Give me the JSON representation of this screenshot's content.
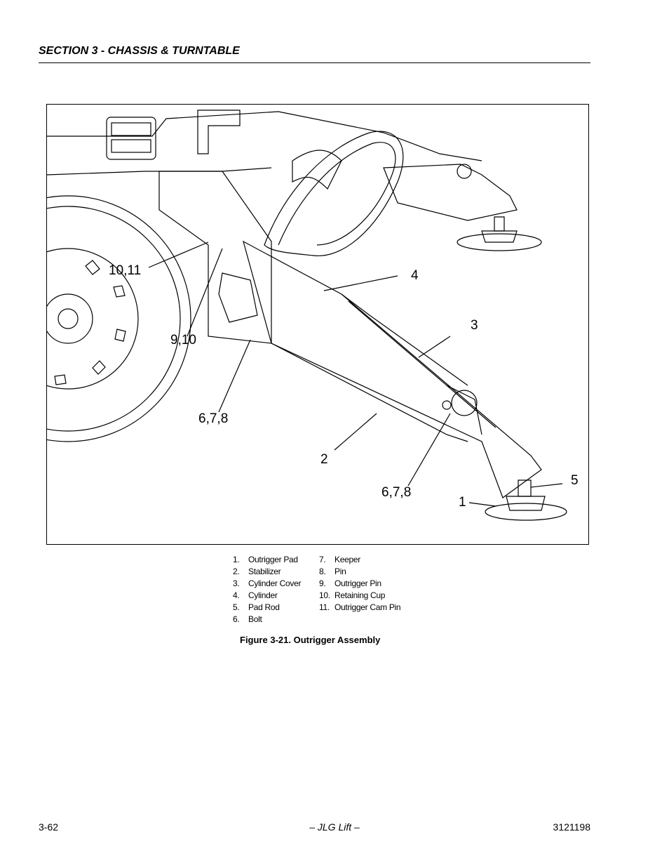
{
  "header": {
    "section_title": "SECTION 3 - CHASSIS & TURNTABLE"
  },
  "figure": {
    "callouts": [
      "10,11",
      "9,10",
      "6,7,8",
      "4",
      "3",
      "2",
      "6,7,8",
      "5",
      "1"
    ],
    "legend_left": [
      {
        "num": "1.",
        "label": "Outrigger Pad"
      },
      {
        "num": "2.",
        "label": "Stabilizer"
      },
      {
        "num": "3.",
        "label": "Cylinder Cover"
      },
      {
        "num": "4.",
        "label": "Cylinder"
      },
      {
        "num": "5.",
        "label": "Pad Rod"
      },
      {
        "num": "6.",
        "label": "Bolt"
      }
    ],
    "legend_right": [
      {
        "num": "7.",
        "label": "Keeper"
      },
      {
        "num": "8.",
        "label": "Pin"
      },
      {
        "num": "9.",
        "label": "Outrigger Pin"
      },
      {
        "num": "10.",
        "label": "Retaining Cup"
      },
      {
        "num": "11.",
        "label": "Outrigger Cam Pin"
      }
    ],
    "caption": "Figure 3-21.  Outrigger Assembly"
  },
  "footer": {
    "page_number": "3-62",
    "center_text": "– JLG Lift –",
    "doc_number": "3121198"
  }
}
